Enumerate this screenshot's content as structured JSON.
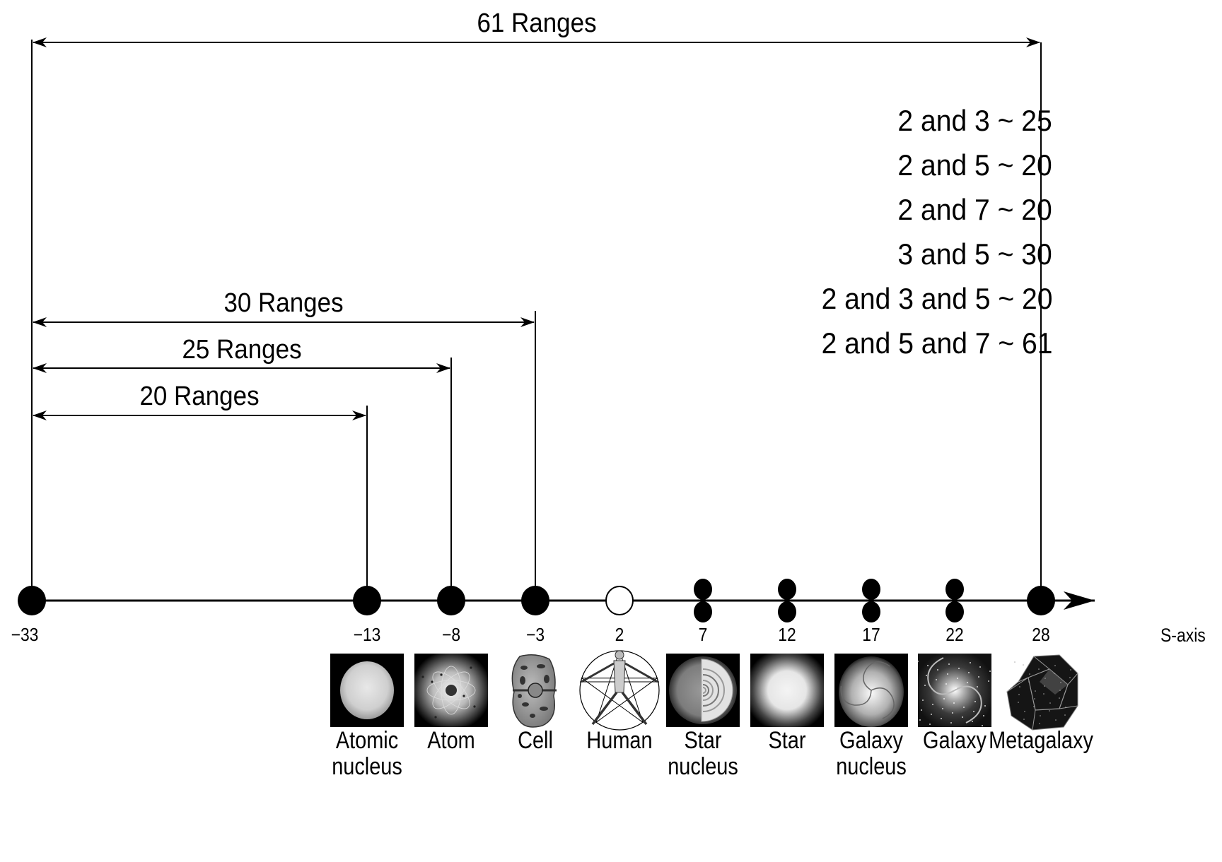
{
  "diagram": {
    "axis": {
      "name": "S-axis",
      "ticks": [
        -33,
        -13,
        -8,
        -3,
        2,
        7,
        12,
        17,
        22,
        28
      ]
    },
    "nodes": [
      {
        "value": -33,
        "label": "−33",
        "marker": "single-filled"
      },
      {
        "value": -13,
        "label": "−13",
        "marker": "single-filled"
      },
      {
        "value": -8,
        "label": "−8",
        "marker": "single-filled"
      },
      {
        "value": -3,
        "label": "−3",
        "marker": "single-filled"
      },
      {
        "value": 2,
        "label": "2",
        "marker": "single-open"
      },
      {
        "value": 7,
        "label": "7",
        "marker": "double-filled"
      },
      {
        "value": 12,
        "label": "12",
        "marker": "double-filled"
      },
      {
        "value": 17,
        "label": "17",
        "marker": "double-filled"
      },
      {
        "value": 22,
        "label": "22",
        "marker": "double-filled"
      },
      {
        "value": 28,
        "label": "28",
        "marker": "single-filled"
      }
    ],
    "ranges": [
      {
        "label": "61 Ranges",
        "from": -33,
        "to": 28
      },
      {
        "label": "30 Ranges",
        "from": -33,
        "to": -3
      },
      {
        "label": "25 Ranges",
        "from": -33,
        "to": -8
      },
      {
        "label": "20 Ranges",
        "from": -33,
        "to": -13
      }
    ],
    "combinations": [
      "2 and 3 ~ 25",
      "2 and 5 ~ 20",
      "2 and 7 ~ 20",
      "3 and 5 ~ 30",
      "2 and 3 and 5 ~ 20",
      "2 and 5 and 7 ~ 61"
    ],
    "objects": [
      {
        "value": -13,
        "name_line1": "Atomic",
        "name_line2": "nucleus",
        "icon": "atomic-nucleus-icon"
      },
      {
        "value": -8,
        "name_line1": "Atom",
        "name_line2": "",
        "icon": "atom-icon"
      },
      {
        "value": -3,
        "name_line1": "Cell",
        "name_line2": "",
        "icon": "cell-icon"
      },
      {
        "value": 2,
        "name_line1": "Human",
        "name_line2": "",
        "icon": "vitruvian-human-icon"
      },
      {
        "value": 7,
        "name_line1": "Star",
        "name_line2": "nucleus",
        "icon": "star-nucleus-icon"
      },
      {
        "value": 12,
        "name_line1": "Star",
        "name_line2": "",
        "icon": "star-icon"
      },
      {
        "value": 17,
        "name_line1": "Galaxy",
        "name_line2": "nucleus",
        "icon": "galaxy-nucleus-icon"
      },
      {
        "value": 22,
        "name_line1": "Galaxy",
        "name_line2": "",
        "icon": "galaxy-icon"
      },
      {
        "value": 28,
        "name_line1": "Metagalaxy",
        "name_line2": "",
        "icon": "metagalaxy-icon"
      }
    ]
  }
}
